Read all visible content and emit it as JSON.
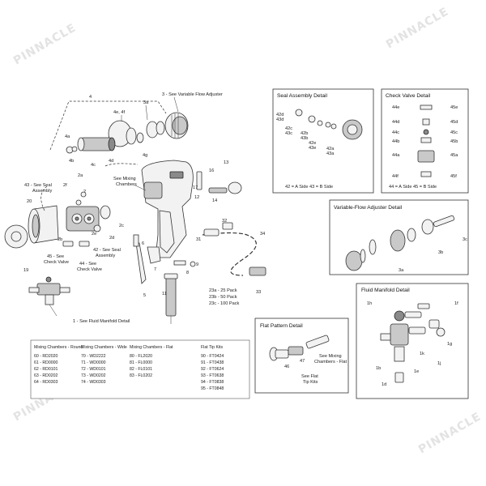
{
  "watermark": {
    "text": "PINNACLE"
  },
  "callouts": {
    "c4": "4",
    "c3": "3 - See Variable Flow Adjuster",
    "c4e4f": "4e, 4f",
    "c3a": "3a",
    "c4a": "4a",
    "c4b": "4b",
    "c4c": "4c",
    "c4d": "4d",
    "c4g": "4g",
    "c43": "43 - See Seal",
    "c43b": "Assembly",
    "c2f": "2f",
    "c2a": "2a",
    "c2b": "2b",
    "c2c": "2c",
    "c2d": "2d",
    "c2e": "2e",
    "c20": "20",
    "c19": "19",
    "mixing": "See Mixing",
    "mixing2": "Chambers",
    "c2": "2",
    "c45": "45 - See",
    "c45b": "Check Valve",
    "c44": "44 - See",
    "c44b": "Check Valve",
    "c42": "42 - See Seal",
    "c42b": "Assembly",
    "c1": "1 - See Fluid Manifold Detail",
    "c16": "16",
    "c13": "13",
    "c17": "17",
    "c14": "14",
    "c12": "12",
    "c32": "32",
    "c31": "31",
    "c34": "34",
    "c33": "33",
    "c9": "9",
    "c8": "8",
    "c6": "6",
    "c7": "7",
    "c5": "5",
    "c11": "11",
    "c23": "23a - 25 Pack",
    "c23b": "23b - 50 Pack",
    "c23c": "23c - 100 Pack"
  },
  "seal_detail": {
    "title": "Seal Assembly Detail",
    "labels": [
      "42d",
      "43d",
      "42c",
      "43c",
      "42b",
      "43b",
      "42e",
      "43e",
      "42a",
      "43a"
    ],
    "legend": "42 = A Side        43 = B Side"
  },
  "check_detail": {
    "title": "Check Valve Detail",
    "left": [
      "44e",
      "44d",
      "44c",
      "44b",
      "44a",
      "44f"
    ],
    "right": [
      "45e",
      "45d",
      "45c",
      "45b",
      "45a",
      "45f"
    ],
    "legend": "44 = A Side        45 = B Side"
  },
  "vfa_detail": {
    "title": "Variable-Flow Adjuster Detail",
    "labels": [
      "3c",
      "3b",
      "3a"
    ]
  },
  "fmd_detail": {
    "title": "Fluid Manifold Detail",
    "labels": [
      "1h",
      "1f",
      "1g",
      "1k",
      "1j",
      "1e",
      "1b",
      "1d"
    ]
  },
  "flat_detail": {
    "title": "Flat Pattern Detail",
    "labels": [
      "47",
      "46"
    ],
    "note1": "See Mixing",
    "note1b": "Chambers - Flat",
    "note2": "See Flat",
    "note2b": "Tip Kits"
  },
  "table": {
    "columns": [
      {
        "header": "Mixing Chambers - Round",
        "rows": [
          "60 - RD2020",
          "61 - RD0000",
          "62 - RD0101",
          "63 - RD0202",
          "64 - RD0303"
        ]
      },
      {
        "header": "Mixing Chambers - Wide",
        "rows": [
          "70 - WD2222",
          "71 - WD0000",
          "72 - WD0101",
          "73 - WD0202",
          "74 - WD0303"
        ]
      },
      {
        "header": "Mixing Chambers - Flat",
        "rows": [
          "80 - FL2020",
          "81 - FL0000",
          "82 - FL0101",
          "83 - FL0202"
        ]
      },
      {
        "header": "Flat Tip Kits",
        "rows": [
          "90 - FT0424",
          "91 - FT0438",
          "92 - FT0624",
          "93 - FT0638",
          "94 - FT0838",
          "95 - FT0848"
        ]
      }
    ]
  }
}
